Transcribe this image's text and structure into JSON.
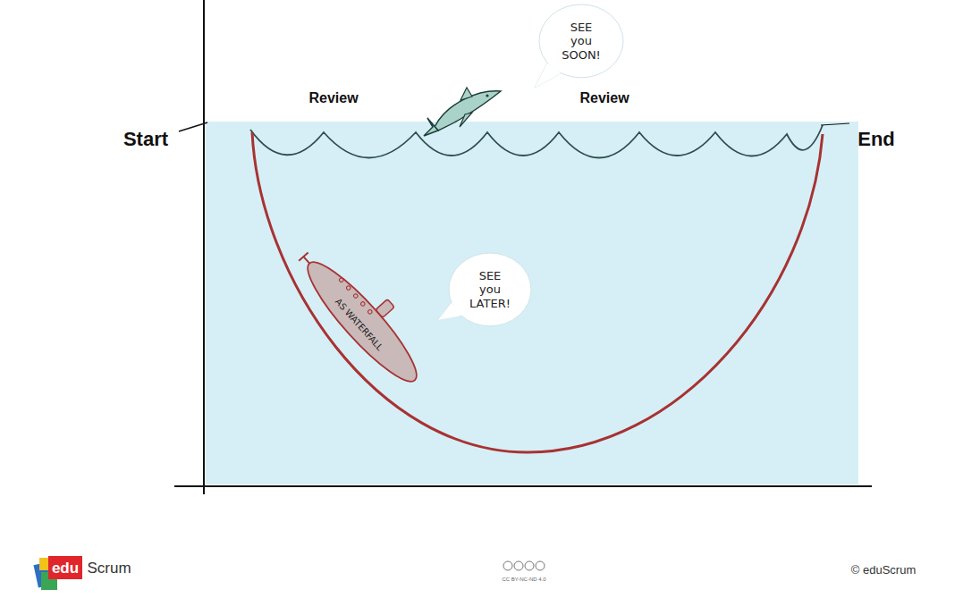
{
  "diagram": {
    "nodes": [
      {
        "text": [
          "SEE you SOON!"
        ]
      },
      {
        "text": [
          "AS WATERFALL"
        ]
      },
      {
        "text": [
          "SEE you LATER!"
        ]
      }
    ],
    "labels": [
      "Review",
      "Review",
      "Start",
      "End",
      "edu",
      "Scrum",
      "CC BY-NC-ND 4.0",
      "© eduScrum"
    ]
  }
}
